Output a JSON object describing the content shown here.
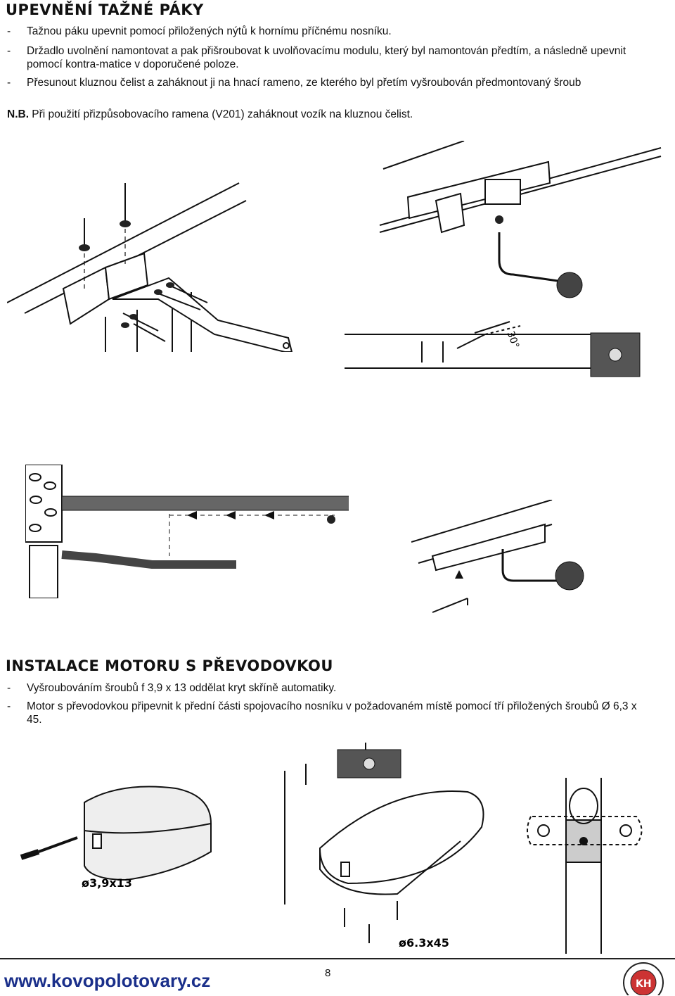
{
  "section1": {
    "title": "UPEVNĚNÍ TAŽNÉ PÁKY",
    "items": [
      {
        "dash": "-",
        "text": "Tažnou páku upevnit pomocí přiložených nýtů k hornímu příčnému nosníku."
      },
      {
        "dash": "-",
        "text": "Držadlo uvolnění namontovat a pak přišroubovat k uvolňovacímu modulu, který byl namontován předtím, a následně upevnit pomocí kontra-matice v doporučené poloze."
      },
      {
        "dash": "-",
        "text": "Přesunout kluznou čelist a zaháknout ji na hnací rameno, ze kterého byl přetím vyšroubován předmontovaný šroub"
      }
    ],
    "note_label": "N.B.",
    "note_text": " Při použití přizpůsobovacího ramena (V201) zaháknout vozík na kluznou čelist."
  },
  "diagram": {
    "angle_label": "30°"
  },
  "section2": {
    "title": "INSTALACE MOTORU S PŘEVODOVKOU",
    "items": [
      {
        "dash": "-",
        "text": "Vyšroubováním šroubů f 3,9 x 13 oddělat kryt skříně automatiky."
      },
      {
        "dash": "-",
        "text": "Motor s převodovkou připevnit k přední části spojovacího nosníku v požadovaném místě pomocí tří přiložených šroubů Ø 6,3 x 45."
      }
    ]
  },
  "labels": {
    "screw_small": "ø3,9x13",
    "screw_large": "ø6,3x45"
  },
  "footer": {
    "website": "www.kovopolotovary.cz",
    "page_number": "8"
  }
}
